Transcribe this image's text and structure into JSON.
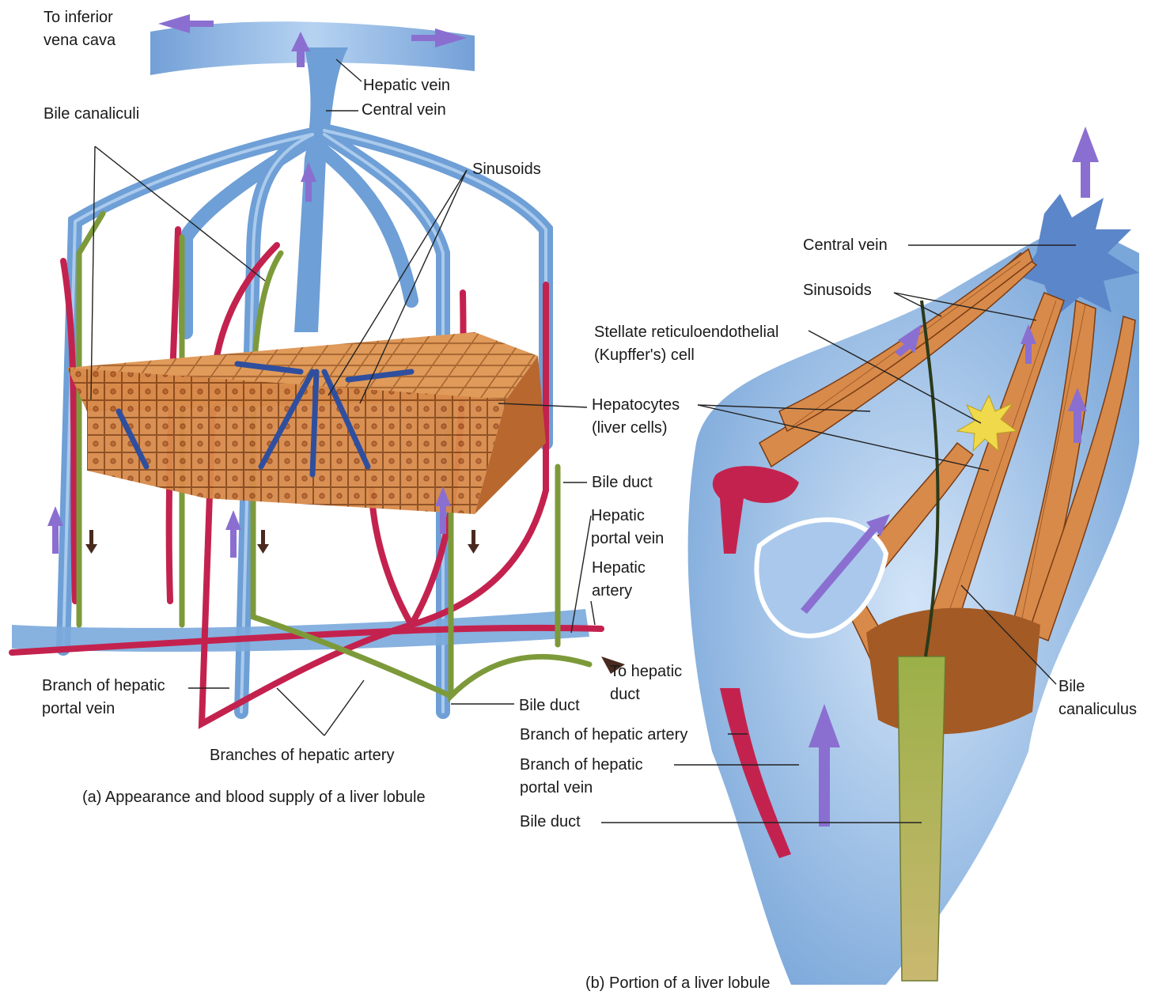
{
  "colors": {
    "vein": "#6e9fd6",
    "vein_dark": "#2f4f9e",
    "artery": "#c4224e",
    "bile": "#7d9a3a",
    "hepatocyte": "#d88a4a",
    "hepatocyte_dark": "#a35a24",
    "arrow": "#8a6fd1",
    "kupffer": "#f0d94a"
  },
  "panel_a": {
    "caption": "(a) Appearance and blood supply of a liver lobule",
    "labels": {
      "to_ivc_1": "To inferior",
      "to_ivc_2": "vena cava",
      "hepatic_vein": "Hepatic vein",
      "central_vein": "Central vein",
      "bile_canaliculi": "Bile canaliculi",
      "sinusoids": "Sinusoids",
      "hepatocytes_1": "Hepatocytes",
      "hepatocytes_2": "(liver cells)",
      "bile_duct_right": "Bile duct",
      "hepatic_portal_vein_1": "Hepatic",
      "hepatic_portal_vein_2": "portal vein",
      "hepatic_artery_1": "Hepatic",
      "hepatic_artery_2": "artery",
      "to_hepatic_duct_1": "To hepatic",
      "to_hepatic_duct_2": "duct",
      "branch_portal_1": "Branch of hepatic",
      "branch_portal_2": "portal vein",
      "bile_duct_bottom": "Bile duct",
      "branches_artery": "Branches of hepatic artery"
    }
  },
  "panel_b": {
    "caption": "(b) Portion of a liver lobule",
    "labels": {
      "central_vein": "Central vein",
      "sinusoids": "Sinusoids",
      "stellate_1": "Stellate reticuloendothelial",
      "stellate_2": "(Kupffer's) cell",
      "bile_canaliculus_1": "Bile",
      "bile_canaliculus_2": "canaliculus",
      "branch_artery": "Branch of hepatic artery",
      "branch_portal_1": "Branch of hepatic",
      "branch_portal_2": "portal vein",
      "bile_duct": "Bile duct"
    }
  }
}
